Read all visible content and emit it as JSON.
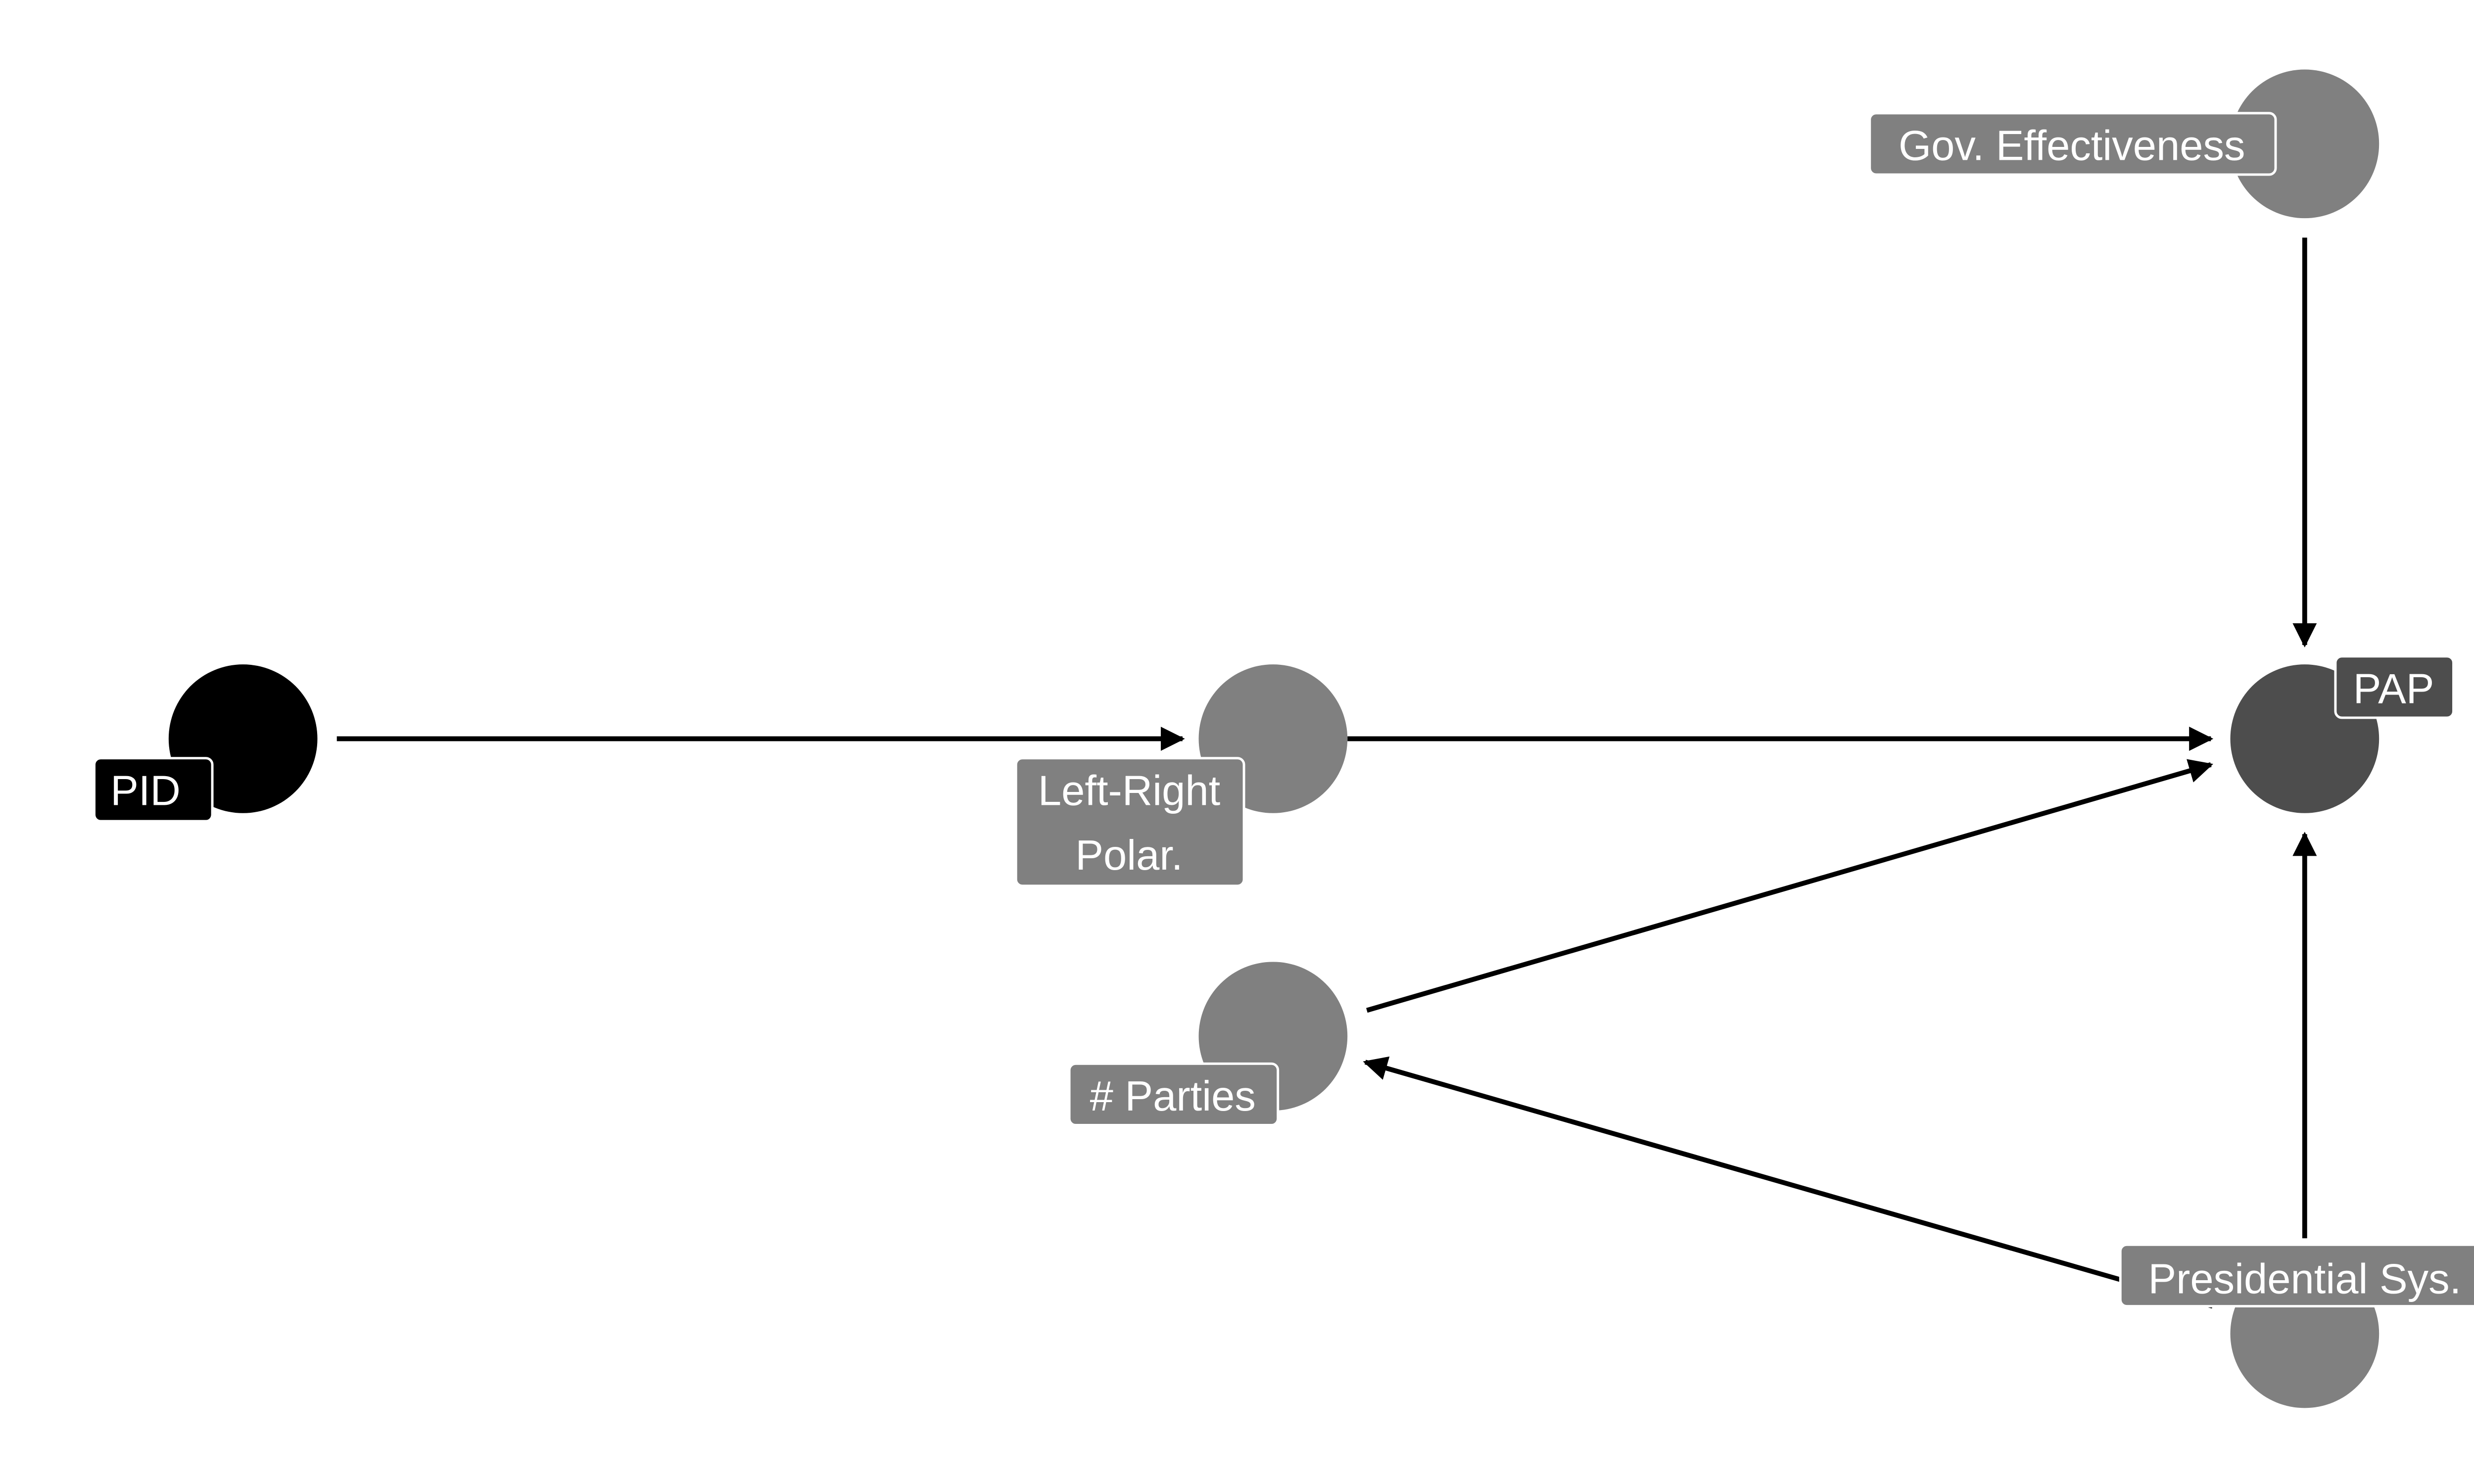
{
  "diagram": {
    "type": "dag",
    "nodes": {
      "pid": {
        "label": "PID",
        "color": "#000000"
      },
      "polar": {
        "label_line1": "Left-Right",
        "label_line2": "Polar.",
        "color": "#808080"
      },
      "parties": {
        "label": "# Parties",
        "color": "#808080"
      },
      "pap": {
        "label": "PAP",
        "color": "#4d4d4d"
      },
      "gov": {
        "label": "Gov. Effectiveness",
        "color": "#808080"
      },
      "pres": {
        "label": "Presidential Sys.",
        "color": "#808080"
      }
    },
    "edges": [
      {
        "from": "PID",
        "to": "Left-Right Polar."
      },
      {
        "from": "Left-Right Polar.",
        "to": "PAP"
      },
      {
        "from": "# Parties",
        "to": "PAP"
      },
      {
        "from": "Presidential Sys.",
        "to": "# Parties"
      },
      {
        "from": "Gov. Effectiveness",
        "to": "PAP"
      },
      {
        "from": "Presidential Sys.",
        "to": "PAP"
      }
    ]
  }
}
